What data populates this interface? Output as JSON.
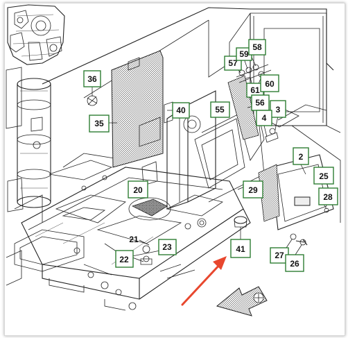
{
  "diagram": {
    "callouts": [
      {
        "id": "c36",
        "label": "36"
      },
      {
        "id": "c35",
        "label": "35"
      },
      {
        "id": "c40",
        "label": "40"
      },
      {
        "id": "c55",
        "label": "55"
      },
      {
        "id": "c57",
        "label": "57"
      },
      {
        "id": "c59",
        "label": "59"
      },
      {
        "id": "c58",
        "label": "58"
      },
      {
        "id": "c61",
        "label": "61"
      },
      {
        "id": "c60",
        "label": "60"
      },
      {
        "id": "c56",
        "label": "56"
      },
      {
        "id": "c3",
        "label": "3"
      },
      {
        "id": "c4",
        "label": "4"
      },
      {
        "id": "c2",
        "label": "2"
      },
      {
        "id": "c25",
        "label": "25"
      },
      {
        "id": "c28",
        "label": "28"
      },
      {
        "id": "c29",
        "label": "29"
      },
      {
        "id": "c20",
        "label": "20"
      },
      {
        "id": "c21",
        "label": "21"
      },
      {
        "id": "c23",
        "label": "23"
      },
      {
        "id": "c22",
        "label": "22"
      },
      {
        "id": "c41",
        "label": "41"
      },
      {
        "id": "c27",
        "label": "27"
      },
      {
        "id": "c26",
        "label": "26"
      }
    ],
    "colors": {
      "callout_border": "#2e7d32",
      "arrow": "#e8472e",
      "line": "#222222"
    },
    "icons": [
      "pointer-arrow",
      "orientation-arrow"
    ]
  }
}
